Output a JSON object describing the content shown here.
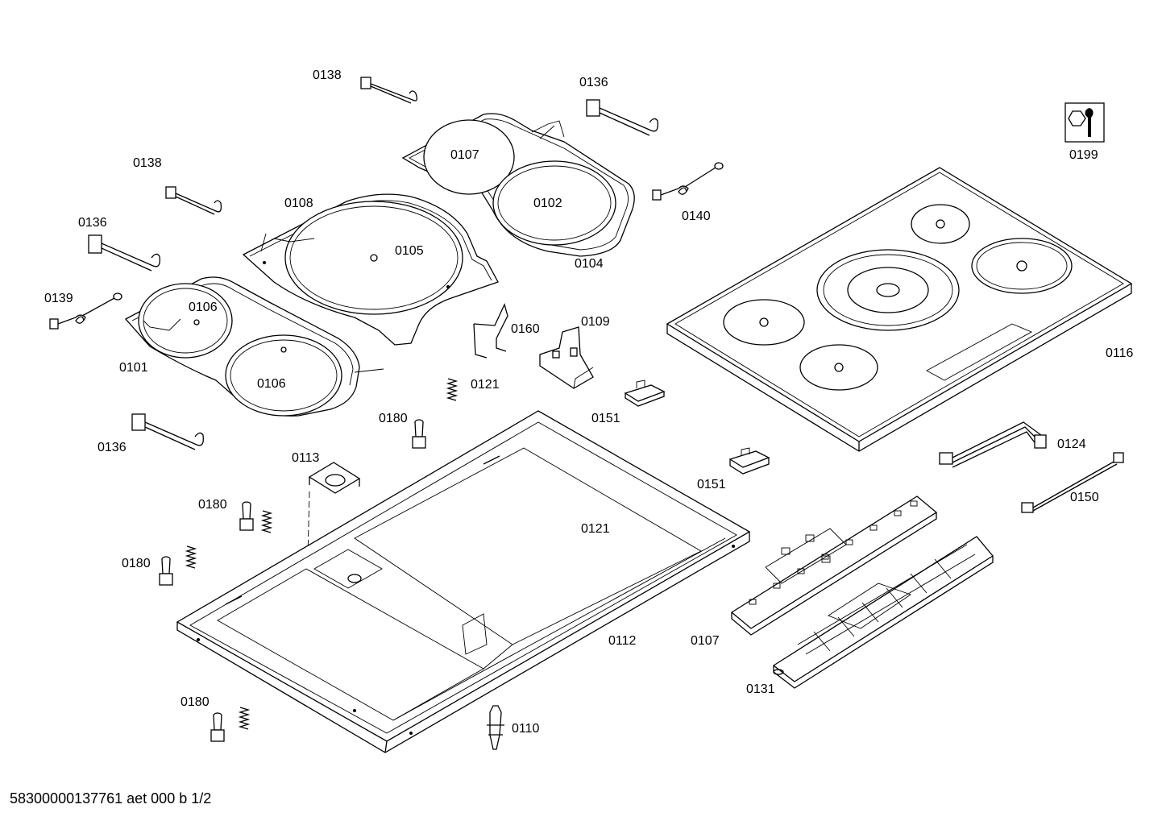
{
  "labels": {
    "l0138a": "0138",
    "l0136a": "0136",
    "l0199": "0199",
    "l0107a": "0107",
    "l0102": "0102",
    "l0140": "0140",
    "l0104": "0104",
    "l0138b": "0138",
    "l0108": "0108",
    "l0105": "0105",
    "l0136b": "0136",
    "l0139": "0139",
    "l0106a": "0106",
    "l0106b": "0106",
    "l0101": "0101",
    "l0160": "0160",
    "l0109": "0109",
    "l0121a": "0121",
    "l0151a": "0151",
    "l0116": "0116",
    "l0136c": "0136",
    "l0180a": "0180",
    "l0113": "0113",
    "l0124": "0124",
    "l0151b": "0151",
    "l0150": "0150",
    "l0180b": "0180",
    "l0121b": "0121",
    "l0180c": "0180",
    "l0112": "0112",
    "l0107b": "0107",
    "l0131": "0131",
    "l0180d": "0180",
    "l0110": "0110"
  },
  "footer": "58300000137761 aet 000 b 1/2"
}
